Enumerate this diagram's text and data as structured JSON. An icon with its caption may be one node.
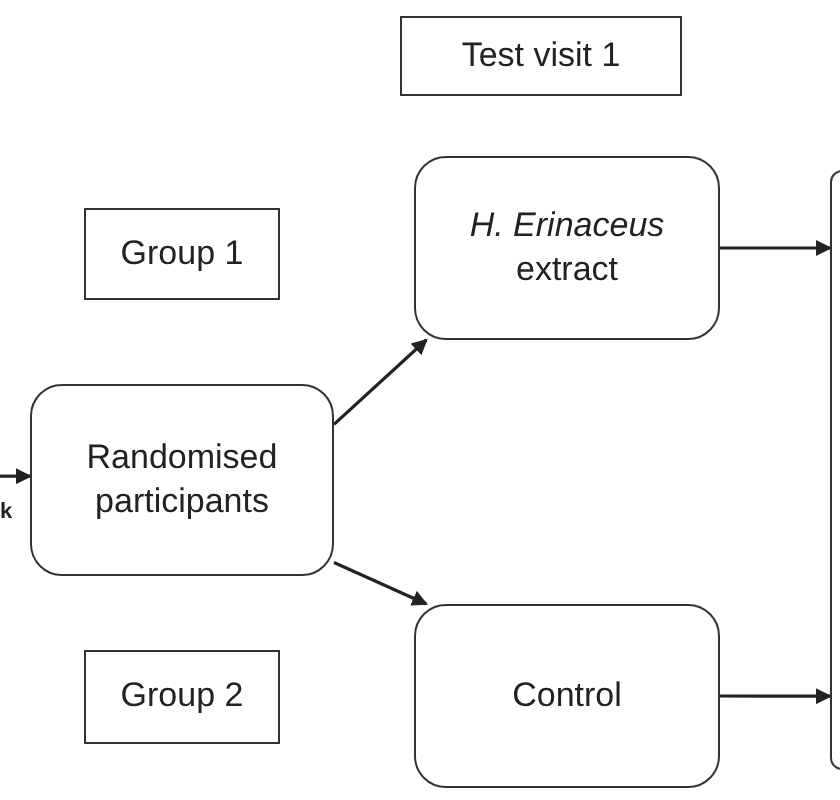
{
  "diagram": {
    "nodes": [
      {
        "text": [
          "Test visit 1"
        ]
      },
      {
        "text": [
          "Group 1"
        ]
      },
      {
        "text": [
          "*H. Erinaceus* extract"
        ]
      },
      {
        "text": [
          "Randomised participants"
        ]
      },
      {
        "text": [
          "Group  2"
        ]
      },
      {
        "text": [
          "Control"
        ]
      },
      {
        "text": [],
        "shape": "box"
      }
    ],
    "edges": [
      {
        "from": null,
        "to": 3,
        "arrow": "to"
      },
      {
        "from": 3,
        "to": 2,
        "arrow": "to"
      },
      {
        "from": 3,
        "to": 5,
        "arrow": "to"
      },
      {
        "from": 2,
        "to": 6,
        "arrow": "to"
      },
      {
        "from": 5,
        "to": 6,
        "arrow": "to"
      }
    ],
    "labels": [
      "k"
    ]
  }
}
